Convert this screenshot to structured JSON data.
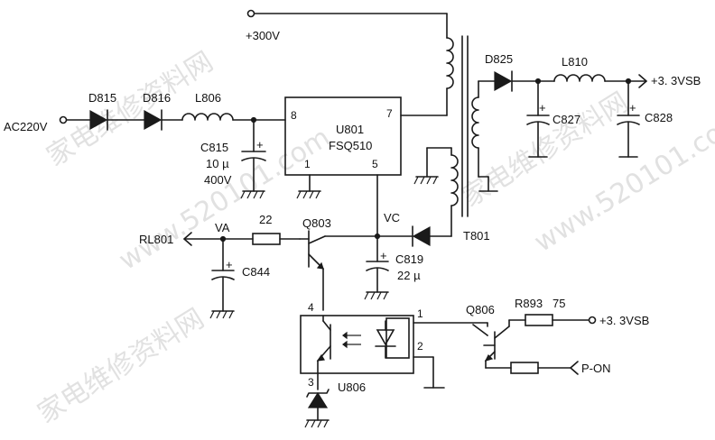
{
  "labels": {
    "ac_input": "AC220V",
    "v300": "+300V",
    "d815": "D815",
    "d816": "D816",
    "l806": "L806",
    "c815_name": "C815",
    "c815_cap": "10 µ",
    "c815_volt": "400V",
    "u801_name": "U801",
    "u801_part": "FSQ510",
    "pin_8": "8",
    "pin_7": "7",
    "pin_1": "1",
    "pin_5": "5",
    "d825": "D825",
    "l810": "L810",
    "v33_out": "+3. 3VSB",
    "c827": "C827",
    "c828": "C828",
    "rl801": "RL801",
    "va": "VA",
    "r22": "22",
    "q803": "Q803",
    "vc": "VC",
    "c819_name": "C819",
    "c819_cap": "22 µ",
    "c844": "C844",
    "t801": "T801",
    "u806": "U806",
    "opt_pin1": "1",
    "opt_pin2": "2",
    "opt_pin3": "3",
    "opt_pin4": "4",
    "q806": "Q806",
    "r893": "R893",
    "r893_val": "75",
    "v33_in": "+3. 3VSB",
    "p_on": "P-ON"
  },
  "watermark": {
    "cn": "家电维修资料网",
    "site": "www.520101.com"
  },
  "colors": {
    "ink": "#1a1a1a",
    "watermark": "#c9c9c9",
    "background": "#ffffff"
  }
}
